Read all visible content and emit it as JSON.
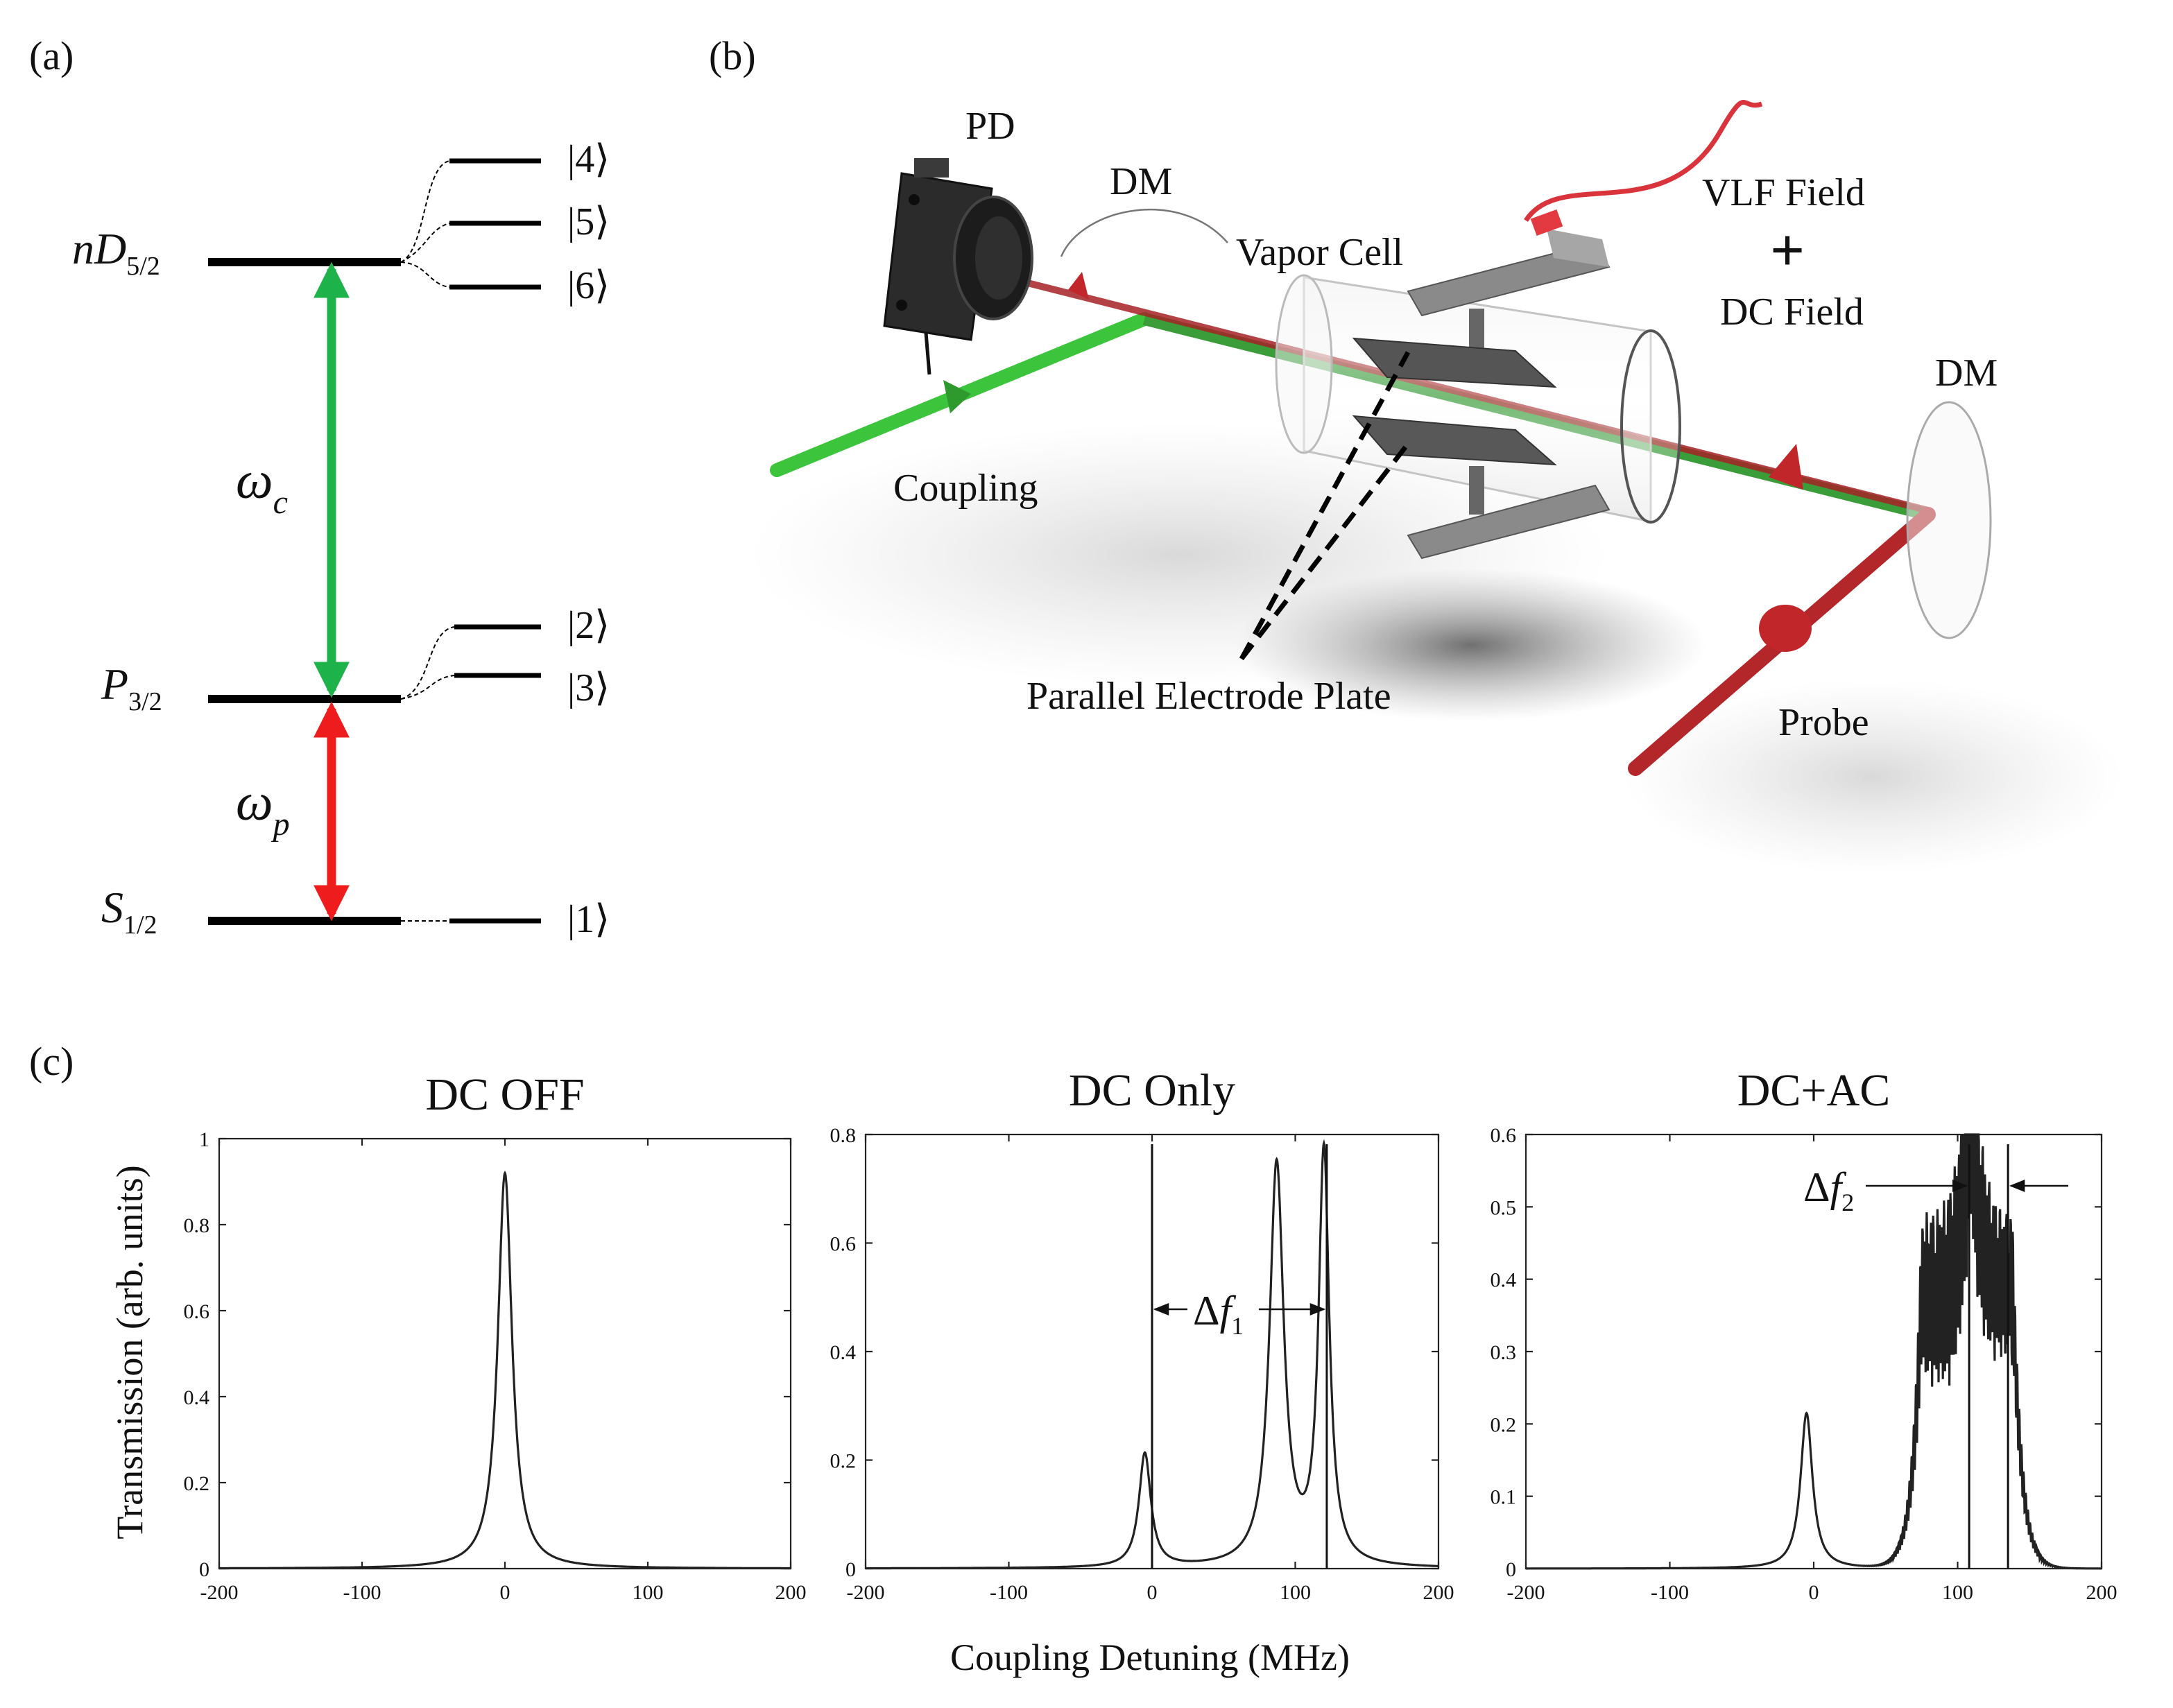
{
  "panel_labels": {
    "a": "(a)",
    "b": "(b)",
    "c": "(c)"
  },
  "energy_levels": {
    "level_names": {
      "top_main": "nD",
      "top_sub": "5/2",
      "mid_main": "P",
      "mid_sub": "3/2",
      "bot_main": "S",
      "bot_sub": "1/2"
    },
    "sublevels": [
      "|4⟩",
      "|5⟩",
      "|6⟩",
      "|2⟩",
      "|3⟩",
      "|1⟩"
    ],
    "transitions": {
      "coupling": {
        "symbol": "ω",
        "sub": "c",
        "color": "#1db34a"
      },
      "probe": {
        "symbol": "ω",
        "sub": "p",
        "color": "#ee1c1c"
      }
    }
  },
  "setup": {
    "labels": {
      "pd": "PD",
      "dm_left": "DM",
      "vapor_cell": "Vapor Cell",
      "vlf_field": "VLF Field",
      "plus": "+",
      "dc_field": "DC Field",
      "dm_right": "DM",
      "coupling": "Coupling",
      "probe": "Probe",
      "electrode": "Parallel Electrode Plate"
    },
    "colors": {
      "coupling_beam": "#3cc43c",
      "probe_beam": "#b3262a",
      "plate": "#555555"
    }
  },
  "plots": {
    "ylabel": "Transmission (arb. units)",
    "xlabel": "Coupling Detuning (MHz)",
    "annotations": {
      "df1_delta": "Δ",
      "df1_f": "f",
      "df1_sub": "1",
      "df2_delta": "Δ",
      "df2_f": "f",
      "df2_sub": "2"
    }
  },
  "chart_data": [
    {
      "type": "line",
      "title": "DC OFF",
      "xlabel": "",
      "ylabel": "Transmission (arb. units)",
      "xlim": [
        -200,
        200
      ],
      "ylim": [
        0,
        1
      ],
      "xticks": [
        "-200",
        "-100",
        "0",
        "100",
        "200"
      ],
      "yticks": [
        "0",
        "0.2",
        "0.4",
        "0.6",
        "0.8",
        "1"
      ],
      "peaks": [
        {
          "center": 0,
          "height": 0.92,
          "width": 6
        }
      ]
    },
    {
      "type": "line",
      "title": "DC Only",
      "xlabel": "Coupling Detuning (MHz)",
      "ylabel": "",
      "xlim": [
        -200,
        200
      ],
      "ylim": [
        0,
        0.8
      ],
      "xticks": [
        "-200",
        "-100",
        "0",
        "100",
        "200"
      ],
      "yticks": [
        "0",
        "0.2",
        "0.4",
        "0.6",
        "0.8"
      ],
      "peaks": [
        {
          "center": -5,
          "height": 0.21,
          "width": 5
        },
        {
          "center": 87,
          "height": 0.74,
          "width": 6
        },
        {
          "center": 120,
          "height": 0.76,
          "width": 4.5
        }
      ],
      "markers": [
        0,
        122
      ]
    },
    {
      "type": "line",
      "title": "DC+AC",
      "xlabel": "",
      "ylabel": "",
      "xlim": [
        -200,
        200
      ],
      "ylim": [
        0,
        0.6
      ],
      "xticks": [
        "-200",
        "-100",
        "0",
        "100",
        "200"
      ],
      "yticks": [
        "0",
        "0.1",
        "0.2",
        "0.3",
        "0.4",
        "0.5",
        "0.6"
      ],
      "peaks": [
        {
          "center": -5,
          "height": 0.215,
          "width": 5
        }
      ],
      "bands": [
        {
          "from": 75,
          "to": 108,
          "height": 0.49
        },
        {
          "from": 110,
          "to": 138,
          "height": 0.49
        }
      ],
      "markers": [
        108,
        135
      ]
    }
  ]
}
